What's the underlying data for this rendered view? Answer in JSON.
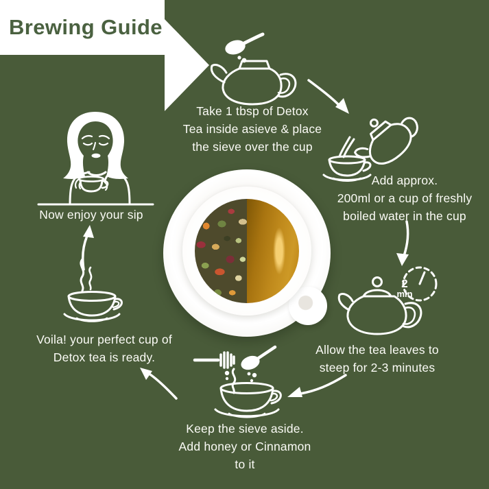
{
  "colors": {
    "background": "#495b39",
    "ink": "#ffffff",
    "banner_bg": "#ffffff",
    "banner_text": "#4a6140",
    "tea_liquid": "#c08a1c",
    "cup": "#ffffff"
  },
  "banner": {
    "title": "Brewing Guide"
  },
  "steps": {
    "take_tea": {
      "text": "Take 1 tbsp of Detox\nTea inside asieve & place\nthe sieve over the cup"
    },
    "add_water": {
      "text": "Add approx.\n200ml or a cup of freshly\nboiled water in the cup"
    },
    "steep": {
      "text": "Allow the tea leaves to\nsteep for 2-3 minutes",
      "timer_value": "2",
      "timer_unit": "min"
    },
    "add_honey": {
      "text": "Keep the sieve aside.\nAdd honey or Cinnamon\nto it"
    },
    "ready": {
      "text": "Voila! your perfect cup of\nDetox tea is ready."
    },
    "enjoy": {
      "text": "Now enjoy your sip"
    }
  }
}
